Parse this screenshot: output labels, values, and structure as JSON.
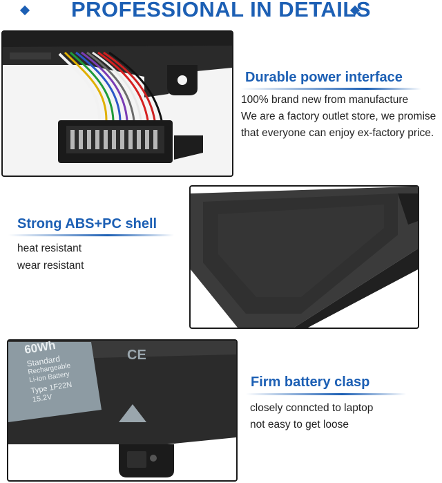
{
  "header": {
    "title": "PROFESSIONAL IN DETAILS"
  },
  "sections": [
    {
      "title": "Durable power interface",
      "lines": [
        "100% brand new from manufacture",
        "We are a factory outlet store, we promise",
        "that everyone can enjoy ex-factory price."
      ]
    },
    {
      "title": "Strong ABS+PC shell",
      "lines": [
        "heat resistant",
        "wear resistant"
      ]
    },
    {
      "title": "Firm battery clasp",
      "lines": [
        "closely conncted to laptop",
        "not easy to get loose"
      ]
    }
  ],
  "label": {
    "capacity": "60Wh",
    "standard": "Standard",
    "line1": "Rechargeable",
    "line2": "Li-ion Battery",
    "type": "Type 1F22N",
    "voltage": "15.2V",
    "ce": "CE"
  },
  "colors": {
    "accent": "#1c5fb4",
    "text": "#222222"
  }
}
